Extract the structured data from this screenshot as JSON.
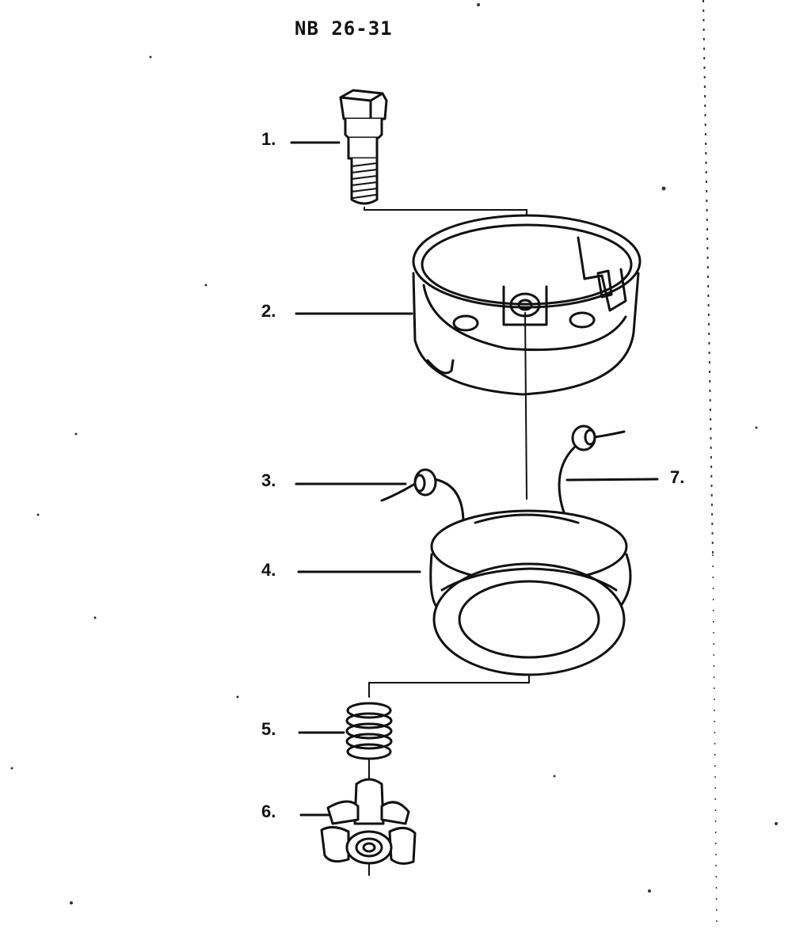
{
  "header": {
    "code": "NB  26-31"
  },
  "callouts": [
    {
      "id": "1",
      "text": "1."
    },
    {
      "id": "2",
      "text": "2."
    },
    {
      "id": "3",
      "text": "3."
    },
    {
      "id": "4",
      "text": "4."
    },
    {
      "id": "5",
      "text": "5."
    },
    {
      "id": "6",
      "text": "6."
    },
    {
      "id": "7",
      "text": "7."
    }
  ]
}
